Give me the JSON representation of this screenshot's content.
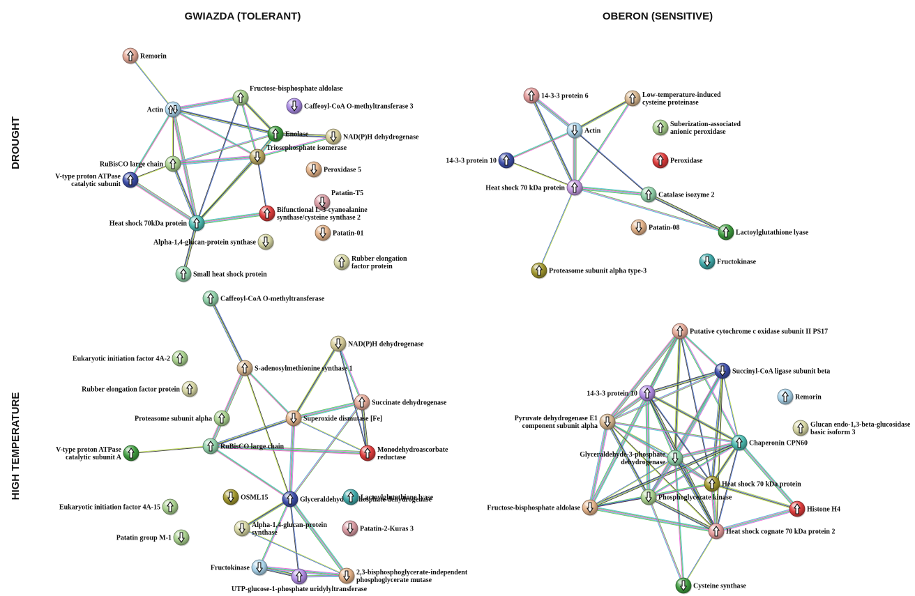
{
  "titles": {
    "col_left": "GWIAZDA (TOLERANT)",
    "col_right": "OBERON (SENSITIVE)",
    "row_top": "DROUGHT",
    "row_bottom": "HIGH TEMPERATURE"
  },
  "edge_colors": [
    "#b6d83a",
    "#e95bd4",
    "#3a63c7",
    "#3fbfcf",
    "#2a2a2a",
    "#57b848"
  ],
  "panels": [
    {
      "id": "gwiazda-drought",
      "nodes": [
        {
          "id": "remorin",
          "label": [
            "Remorin"
          ],
          "color": "#e3a896",
          "arrow": "up"
        },
        {
          "id": "actin",
          "label": [
            "Actin"
          ],
          "color": "#a9d3ea",
          "arrow": "updown"
        },
        {
          "id": "fba",
          "label": [
            "Fructose-bisphosphate aldolase"
          ],
          "color": "#a8d08d",
          "arrow": "up"
        },
        {
          "id": "ccoamt3",
          "label": [
            "Caffeoyl-CoA O-methyltransferase 3"
          ],
          "color": "#a98be3",
          "arrow": "down"
        },
        {
          "id": "enolase",
          "label": [
            "Enolase"
          ],
          "color": "#3e9a3e",
          "arrow": "up"
        },
        {
          "id": "nadph",
          "label": [
            "NAD(P)H dehydrogenase"
          ],
          "color": "#d6cc98",
          "arrow": "down"
        },
        {
          "id": "rubisco",
          "label": [
            "RuBisCO large chain"
          ],
          "color": "#a8d08d",
          "arrow": "up"
        },
        {
          "id": "tpi",
          "label": [
            "Triosephosphate isomerase"
          ],
          "color": "#b7a660",
          "arrow": "down"
        },
        {
          "id": "perox5",
          "label": [
            "Peroxidase 5"
          ],
          "color": "#e2b188",
          "arrow": "down"
        },
        {
          "id": "vatpase",
          "label": [
            "V-type proton ATPase",
            "catalytic subunit"
          ],
          "color": "#3d4ea8",
          "arrow": "up"
        },
        {
          "id": "patatin_t5",
          "label": [
            "Patatin-T5"
          ],
          "color": "#d89aa2",
          "arrow": "down"
        },
        {
          "id": "hsp70",
          "label": [
            "Heat shock 70kDa protein"
          ],
          "color": "#4cbab0",
          "arrow": "up"
        },
        {
          "id": "bifunc",
          "label": [
            "Bifunctional L-3-cyanoalanine",
            "synthase/cysteine synthase 2"
          ],
          "color": "#dd3c3c",
          "arrow": "up"
        },
        {
          "id": "alpha14",
          "label": [
            "Alpha-1,4-glucan-protein synthase"
          ],
          "color": "#d6d6a3",
          "arrow": "down"
        },
        {
          "id": "patatin01",
          "label": [
            "Patatin-01"
          ],
          "color": "#e2b188",
          "arrow": "down"
        },
        {
          "id": "rubber",
          "label": [
            "Rubber elongation",
            "factor protein"
          ],
          "color": "#d6d6a3",
          "arrow": "up"
        },
        {
          "id": "shsp",
          "label": [
            "Small heat shock protein"
          ],
          "color": "#8fd0a8",
          "arrow": "up"
        }
      ],
      "edges": [
        [
          "remorin",
          "actin"
        ],
        [
          "actin",
          "fba"
        ],
        [
          "actin",
          "enolase"
        ],
        [
          "actin",
          "tpi"
        ],
        [
          "actin",
          "rubisco"
        ],
        [
          "actin",
          "hsp70"
        ],
        [
          "fba",
          "enolase"
        ],
        [
          "fba",
          "tpi"
        ],
        [
          "fba",
          "hsp70"
        ],
        [
          "enolase",
          "tpi"
        ],
        [
          "enolase",
          "nadph"
        ],
        [
          "enolase",
          "rubisco"
        ],
        [
          "enolase",
          "hsp70"
        ],
        [
          "rubisco",
          "tpi"
        ],
        [
          "rubisco",
          "hsp70"
        ],
        [
          "vatpase",
          "actin"
        ],
        [
          "vatpase",
          "rubisco"
        ],
        [
          "vatpase",
          "hsp70"
        ],
        [
          "tpi",
          "hsp70"
        ],
        [
          "tpi",
          "nadph"
        ],
        [
          "tpi",
          "bifunc"
        ],
        [
          "hsp70",
          "bifunc"
        ],
        [
          "hsp70",
          "shsp"
        ]
      ]
    },
    {
      "id": "oberon-drought",
      "nodes": [
        {
          "id": "p1433_6",
          "label": [
            "14-3-3 protein 6"
          ],
          "color": "#e39a9a",
          "arrow": "up"
        },
        {
          "id": "ltcp",
          "label": [
            "Low-temperature-induced",
            "cysteine proteinase"
          ],
          "color": "#d6b58e",
          "arrow": "up"
        },
        {
          "id": "actin",
          "label": [
            "Actin"
          ],
          "color": "#a9d3ea",
          "arrow": "down"
        },
        {
          "id": "sap",
          "label": [
            "Suberization-associated",
            "anionic peroxidase"
          ],
          "color": "#a8d08d",
          "arrow": "up"
        },
        {
          "id": "p1433_10",
          "label": [
            "14-3-3 protein 10"
          ],
          "color": "#3d4ea8",
          "arrow": "up"
        },
        {
          "id": "perox",
          "label": [
            "Peroxidase"
          ],
          "color": "#dd3c3c",
          "arrow": "up"
        },
        {
          "id": "hsp70",
          "label": [
            "Heat shock 70 kDa protein"
          ],
          "color": "#c49ae0",
          "arrow": "up"
        },
        {
          "id": "cat2",
          "label": [
            "Catalase isozyme 2"
          ],
          "color": "#8fd0a8",
          "arrow": "up"
        },
        {
          "id": "patatin08",
          "label": [
            "Patatin-08"
          ],
          "color": "#e2b188",
          "arrow": "down"
        },
        {
          "id": "lglyase",
          "label": [
            "Lactoylglutathione lyase"
          ],
          "color": "#3e9a3e",
          "arrow": "up"
        },
        {
          "id": "fructokinase",
          "label": [
            "Fructokinase"
          ],
          "color": "#3fa8a8",
          "arrow": "down"
        },
        {
          "id": "psa3",
          "label": [
            "Proteasome subunit alpha type-3"
          ],
          "color": "#a0962e",
          "arrow": "up"
        }
      ],
      "edges": [
        [
          "p1433_6",
          "actin"
        ],
        [
          "p1433_6",
          "hsp70"
        ],
        [
          "p1433_10",
          "actin"
        ],
        [
          "p1433_10",
          "hsp70"
        ],
        [
          "actin",
          "hsp70"
        ],
        [
          "ltcp",
          "actin"
        ],
        [
          "ltcp",
          "hsp70"
        ],
        [
          "actin",
          "cat2"
        ],
        [
          "hsp70",
          "cat2"
        ],
        [
          "cat2",
          "lglyase"
        ],
        [
          "hsp70",
          "lglyase"
        ],
        [
          "hsp70",
          "psa3"
        ]
      ]
    },
    {
      "id": "gwiazda-high-temperature",
      "nodes": [
        {
          "id": "ccoamt",
          "label": [
            "Caffeoyl-CoA O-methyltransferase"
          ],
          "color": "#8fd0a8",
          "arrow": "up"
        },
        {
          "id": "nadph",
          "label": [
            "NAD(P)H dehydrogenase"
          ],
          "color": "#d6cc98",
          "arrow": "down"
        },
        {
          "id": "eif4a2",
          "label": [
            "Eukaryotic initiation factor 4A-2"
          ],
          "color": "#a8d08d",
          "arrow": "up"
        },
        {
          "id": "sams1",
          "label": [
            "S-adenosylmethionine synthase 1"
          ],
          "color": "#d6b58e",
          "arrow": "up"
        },
        {
          "id": "rubber",
          "label": [
            "Rubber elongation factor protein"
          ],
          "color": "#d6d6a3",
          "arrow": "up"
        },
        {
          "id": "sdh",
          "label": [
            "Succinate dehydrogenase"
          ],
          "color": "#e3a896",
          "arrow": "up"
        },
        {
          "id": "prot_alpha",
          "label": [
            "Proteasome subunit alpha"
          ],
          "color": "#a8d08d",
          "arrow": "up"
        },
        {
          "id": "sod",
          "label": [
            "Superoxide dismutase [Fe]"
          ],
          "color": "#e2b188",
          "arrow": "down"
        },
        {
          "id": "vatpase_a",
          "label": [
            "V-type proton ATPase",
            "catalytic subunit A"
          ],
          "color": "#3e9a3e",
          "arrow": "up"
        },
        {
          "id": "rubisco",
          "label": [
            "RuBisCO large chain"
          ],
          "color": "#8fd0a8",
          "arrow": "up"
        },
        {
          "id": "mdar",
          "label": [
            "Monodehydroascorbate",
            "reductase"
          ],
          "color": "#dd3c3c",
          "arrow": "up"
        },
        {
          "id": "osml15",
          "label": [
            "OSML15"
          ],
          "color": "#a0962e",
          "arrow": "down"
        },
        {
          "id": "gapdh",
          "label": [
            "Glyceraldehyde-3-phosphate dehydrogenase"
          ],
          "color": "#3d4ea8",
          "arrow": "up"
        },
        {
          "id": "lglyase",
          "label": [
            "Lactoylglutathione lyase"
          ],
          "color": "#3fa8a8",
          "arrow": "up"
        },
        {
          "id": "eif4a15",
          "label": [
            "Eukaryotic initiation factor 4A-15"
          ],
          "color": "#a8d08d",
          "arrow": "up"
        },
        {
          "id": "alpha14",
          "label": [
            "Alpha-1,4-glucan-protein",
            "synthase"
          ],
          "color": "#d6d6a3",
          "arrow": "down"
        },
        {
          "id": "patatin_kuras",
          "label": [
            "Patatin-2-Kuras 3"
          ],
          "color": "#d89aa2",
          "arrow": "down"
        },
        {
          "id": "patatin_m1",
          "label": [
            "Patatin group M-1"
          ],
          "color": "#a8d08d",
          "arrow": "down"
        },
        {
          "id": "fructokinase",
          "label": [
            "Fructokinase"
          ],
          "color": "#a9d3ea",
          "arrow": "down"
        },
        {
          "id": "ugp",
          "label": [
            "UTP-glucose-1-phosphate uridylyltransferase"
          ],
          "color": "#b08be3",
          "arrow": "up"
        },
        {
          "id": "pgm",
          "label": [
            "2,3-bisphosphoglycerate-independent",
            "phosphoglycerate mutase"
          ],
          "color": "#e2b188",
          "arrow": "down"
        }
      ],
      "edges": [
        [
          "ccoamt",
          "sams1"
        ],
        [
          "sams1",
          "sod"
        ],
        [
          "sams1",
          "gapdh"
        ],
        [
          "sams1",
          "rubisco"
        ],
        [
          "nadph",
          "sod"
        ],
        [
          "nadph",
          "sdh"
        ],
        [
          "nadph",
          "mdar"
        ],
        [
          "sdh",
          "sod"
        ],
        [
          "sdh",
          "mdar"
        ],
        [
          "sdh",
          "gapdh"
        ],
        [
          "sod",
          "mdar"
        ],
        [
          "sod",
          "gapdh"
        ],
        [
          "sod",
          "rubisco"
        ],
        [
          "rubisco",
          "gapdh"
        ],
        [
          "rubisco",
          "vatpase_a"
        ],
        [
          "rubisco",
          "mdar"
        ],
        [
          "gapdh",
          "alpha14"
        ],
        [
          "gapdh",
          "fructokinase"
        ],
        [
          "gapdh",
          "ugp"
        ],
        [
          "gapdh",
          "pgm"
        ],
        [
          "fructokinase",
          "ugp"
        ],
        [
          "ugp",
          "pgm"
        ],
        [
          "alpha14",
          "pgm"
        ],
        [
          "fructokinase",
          "pgm"
        ]
      ]
    },
    {
      "id": "oberon-high-temperature",
      "nodes": [
        {
          "id": "cox2",
          "label": [
            "Putative cytochrome c oxidase subunit II PS17"
          ],
          "color": "#e3a896",
          "arrow": "up"
        },
        {
          "id": "scoa",
          "label": [
            "Succinyl-CoA ligase subunit beta"
          ],
          "color": "#3d4ea8",
          "arrow": "down"
        },
        {
          "id": "p1433_10",
          "label": [
            "14-3-3 protein 10"
          ],
          "color": "#b08be3",
          "arrow": "up"
        },
        {
          "id": "remorin",
          "label": [
            "Remorin"
          ],
          "color": "#a9d3ea",
          "arrow": "up"
        },
        {
          "id": "pdh",
          "label": [
            "Pyruvate dehydrogenase E1",
            "component subunit alpha"
          ],
          "color": "#d6b58e",
          "arrow": "down"
        },
        {
          "id": "glucan",
          "label": [
            "Glucan endo-1,3-beta-glucosidase",
            "basic isoform 3"
          ],
          "color": "#d6d6a3",
          "arrow": "up"
        },
        {
          "id": "cpn60",
          "label": [
            "Chaperonin CPN60"
          ],
          "color": "#4cbab0",
          "arrow": "up"
        },
        {
          "id": "gapdh",
          "label": [
            "Glyceraldehyde-3-phosphate",
            "dehydrogenase"
          ],
          "color": "#8fd0a8",
          "arrow": "down"
        },
        {
          "id": "hsp70",
          "label": [
            "Heat shock 70 kDa protein"
          ],
          "color": "#a0962e",
          "arrow": "up"
        },
        {
          "id": "fba",
          "label": [
            "Fructose-bisphosphate aldolase"
          ],
          "color": "#e2b188",
          "arrow": "down"
        },
        {
          "id": "pgk",
          "label": [
            "Phosphoglycerate kinase"
          ],
          "color": "#a8d08d",
          "arrow": "down"
        },
        {
          "id": "histone",
          "label": [
            "Histone H4"
          ],
          "color": "#dd3c3c",
          "arrow": "up"
        },
        {
          "id": "hsc70",
          "label": [
            "Heat shock cognate 70 kDa protein 2"
          ],
          "color": "#e39a9a",
          "arrow": "up"
        },
        {
          "id": "cysyn",
          "label": [
            "Cysteine synthase"
          ],
          "color": "#3e9a3e",
          "arrow": "down"
        }
      ],
      "edges": [
        [
          "cox2",
          "scoa"
        ],
        [
          "cox2",
          "p1433_10"
        ],
        [
          "cox2",
          "pdh"
        ],
        [
          "cox2",
          "gapdh"
        ],
        [
          "cox2",
          "cpn60"
        ],
        [
          "cox2",
          "hsp70"
        ],
        [
          "cox2",
          "fba"
        ],
        [
          "scoa",
          "p1433_10"
        ],
        [
          "scoa",
          "pdh"
        ],
        [
          "scoa",
          "cpn60"
        ],
        [
          "scoa",
          "gapdh"
        ],
        [
          "scoa",
          "hsp70"
        ],
        [
          "scoa",
          "pgk"
        ],
        [
          "scoa",
          "hsc70"
        ],
        [
          "p1433_10",
          "pdh"
        ],
        [
          "p1433_10",
          "cpn60"
        ],
        [
          "p1433_10",
          "gapdh"
        ],
        [
          "p1433_10",
          "hsp70"
        ],
        [
          "p1433_10",
          "pgk"
        ],
        [
          "p1433_10",
          "hsc70"
        ],
        [
          "pdh",
          "cpn60"
        ],
        [
          "pdh",
          "gapdh"
        ],
        [
          "pdh",
          "fba"
        ],
        [
          "pdh",
          "pgk"
        ],
        [
          "pdh",
          "hsp70"
        ],
        [
          "pdh",
          "hsc70"
        ],
        [
          "cpn60",
          "gapdh"
        ],
        [
          "cpn60",
          "hsp70"
        ],
        [
          "cpn60",
          "pgk"
        ],
        [
          "cpn60",
          "hsc70"
        ],
        [
          "cpn60",
          "histone"
        ],
        [
          "cpn60",
          "fba"
        ],
        [
          "gapdh",
          "hsp70"
        ],
        [
          "gapdh",
          "fba"
        ],
        [
          "gapdh",
          "pgk"
        ],
        [
          "gapdh",
          "hsc70"
        ],
        [
          "gapdh",
          "cysyn"
        ],
        [
          "hsp70",
          "pgk"
        ],
        [
          "hsp70",
          "hsc70"
        ],
        [
          "hsp70",
          "histone"
        ],
        [
          "hsp70",
          "fba"
        ],
        [
          "fba",
          "pgk"
        ],
        [
          "fba",
          "hsc70"
        ],
        [
          "pgk",
          "hsc70"
        ],
        [
          "pgk",
          "cysyn"
        ],
        [
          "hsc70",
          "cysyn"
        ],
        [
          "histone",
          "hsc70"
        ]
      ]
    }
  ]
}
